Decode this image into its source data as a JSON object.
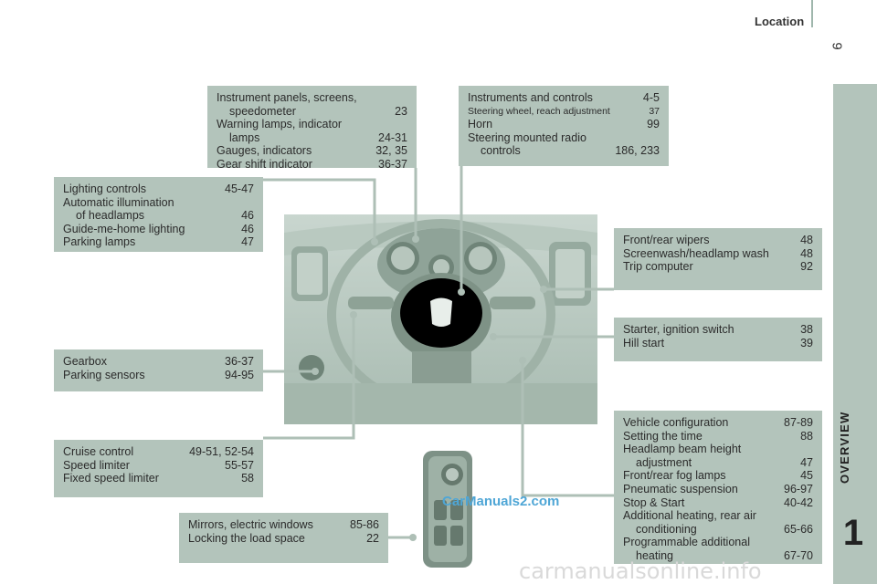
{
  "header": {
    "section_title": "Location",
    "page_number": "9"
  },
  "side_tab": {
    "label": "OVERVIEW",
    "number": "1"
  },
  "watermark": "CarManuals2.com",
  "footer_watermark": "carmanualsonline.info",
  "boxes": {
    "instrument_panels": [
      {
        "text": "Instrument panels, screens,",
        "page": ""
      },
      {
        "text": "speedometer",
        "page": "23",
        "indent": true
      },
      {
        "text": "Warning lamps, indicator",
        "page": ""
      },
      {
        "text": "lamps",
        "page": "24-31",
        "indent": true
      },
      {
        "text": "Gauges, indicators",
        "page": "32, 35"
      },
      {
        "text": "Gear shift indicator",
        "page": "36-37"
      }
    ],
    "instruments_controls": [
      {
        "text": "Instruments and controls",
        "page": "4-5"
      },
      {
        "text": "Steering wheel, reach adjustment",
        "page": "37",
        "small": true
      },
      {
        "text": "Horn",
        "page": "99"
      },
      {
        "text": "Steering mounted radio",
        "page": ""
      },
      {
        "text": "controls",
        "page": "186, 233",
        "indent": true
      }
    ],
    "lighting": [
      {
        "text": "Lighting controls",
        "page": "45-47"
      },
      {
        "text": "Automatic illumination",
        "page": ""
      },
      {
        "text": "of headlamps",
        "page": "46",
        "indent": true
      },
      {
        "text": "Guide-me-home lighting",
        "page": "46"
      },
      {
        "text": "Parking lamps",
        "page": "47"
      }
    ],
    "wipers": [
      {
        "text": "Front/rear wipers",
        "page": "48"
      },
      {
        "text": "Screenwash/headlamp wash",
        "page": "48"
      },
      {
        "text": "Trip computer",
        "page": "92"
      }
    ],
    "starter": [
      {
        "text": "Starter, ignition switch",
        "page": "38"
      },
      {
        "text": "Hill start",
        "page": "39"
      }
    ],
    "gearbox": [
      {
        "text": "Gearbox",
        "page": "36-37"
      },
      {
        "text": "Parking sensors",
        "page": "94-95"
      }
    ],
    "cruise": [
      {
        "text": "Cruise control",
        "page": "49-51, 52-54"
      },
      {
        "text": "Speed limiter",
        "page": "55-57"
      },
      {
        "text": "Fixed speed limiter",
        "page": "58"
      }
    ],
    "vehicle": [
      {
        "text": "Vehicle configuration",
        "page": "87-89"
      },
      {
        "text": "Setting the time",
        "page": "88"
      },
      {
        "text": "Headlamp beam height",
        "page": ""
      },
      {
        "text": "adjustment",
        "page": "47",
        "indent": true
      },
      {
        "text": "Front/rear fog lamps",
        "page": "45"
      },
      {
        "text": "Pneumatic suspension",
        "page": "96-97"
      },
      {
        "text": "Stop & Start",
        "page": "40-42"
      },
      {
        "text": "Additional heating, rear air",
        "page": ""
      },
      {
        "text": "conditioning",
        "page": "65-66",
        "indent": true
      },
      {
        "text": "Programmable additional",
        "page": ""
      },
      {
        "text": "heating",
        "page": "67-70",
        "indent": true
      }
    ],
    "mirrors": [
      {
        "text": "Mirrors, electric windows",
        "page": "85-86"
      },
      {
        "text": "Locking the load space",
        "page": "22"
      }
    ]
  },
  "colors": {
    "box_bg": "#b3c4bb",
    "leader": "#aebfb6",
    "accent": "#4fa6d6"
  }
}
